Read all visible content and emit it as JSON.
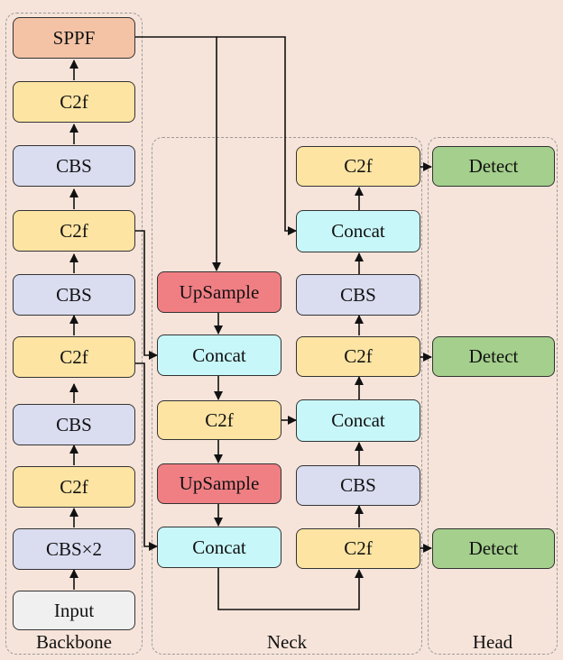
{
  "groups": {
    "backbone": "Backbone",
    "neck": "Neck",
    "head": "Head"
  },
  "backbone": {
    "sppf": "SPPF",
    "c2f_4": "C2f",
    "cbs_4": "CBS",
    "c2f_3": "C2f",
    "cbs_3": "CBS",
    "c2f_2": "C2f",
    "cbs_2": "CBS",
    "c2f_1": "C2f",
    "cbs_x2": "CBS×2",
    "input": "Input"
  },
  "neck": {
    "upsample_1": "UpSample",
    "concat_1": "Concat",
    "c2f_mid": "C2f",
    "upsample_2": "UpSample",
    "concat_2": "Concat",
    "c2f_top": "C2f",
    "concat_top": "Concat",
    "cbs_upper": "CBS",
    "c2f_middle": "C2f",
    "concat_middle": "Concat",
    "cbs_lower": "CBS",
    "c2f_bottom": "C2f"
  },
  "head": {
    "detect_1": "Detect",
    "detect_2": "Detect",
    "detect_3": "Detect"
  },
  "colors": {
    "background": "#f6e4da",
    "sppf": "#f4c3a6",
    "c2f": "#fde4a2",
    "cbs": "#dadcf0",
    "input": "#f0f0f0",
    "concat": "#c8f7fa",
    "upsample": "#f07f84",
    "detect": "#a4cf8c"
  }
}
